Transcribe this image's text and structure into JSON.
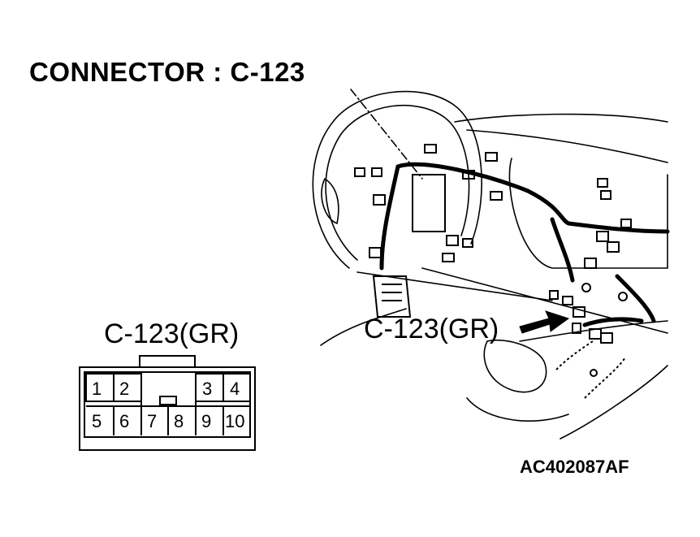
{
  "title": "CONNECTOR : C-123",
  "connector_label_face": "C-123(GR)",
  "connector_label_location": "C-123(GR)",
  "figure_code": "AC402087AF",
  "connector_face": {
    "top_row": [
      "1",
      "2",
      "3",
      "4"
    ],
    "bottom_row": [
      "5",
      "6",
      "7",
      "8",
      "9",
      "10"
    ]
  }
}
